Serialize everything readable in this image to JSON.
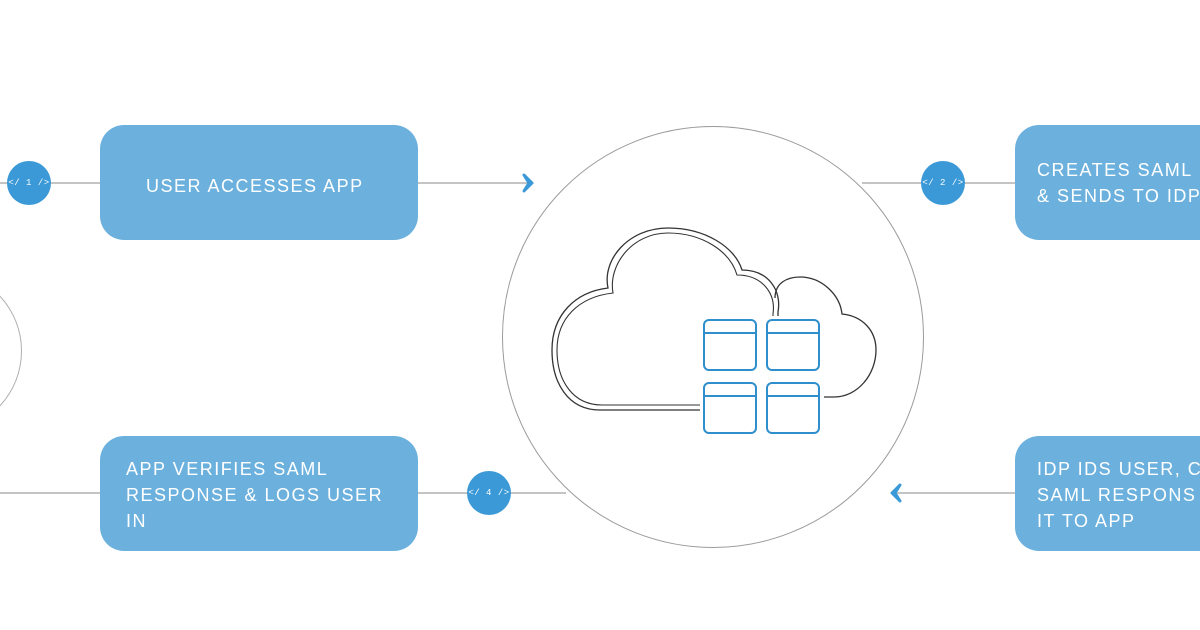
{
  "steps": [
    {
      "badge": "</ 1 />",
      "lines": [
        "USER ACCESSES APP"
      ]
    },
    {
      "badge": "</ 2 />",
      "lines": [
        "CREATES SAML",
        "& SENDS TO IDP"
      ]
    },
    {
      "badge": "",
      "lines": [
        "IDP IDS USER, C",
        "SAML RESPONS",
        "IT TO APP"
      ]
    },
    {
      "badge": "</ 4 />",
      "lines": [
        "APP VERIFIES SAML",
        "RESPONSE & LOGS USER",
        "IN"
      ]
    }
  ],
  "colors": {
    "box": "#6cb1de",
    "badge": "#3a99d6",
    "line": "#b0b0b0",
    "arrow": "#3a99d6",
    "window": "#2f8fcc"
  },
  "icons": {
    "center": "cloud-with-app-windows-icon",
    "arrow": "chevron-arrow-icon"
  }
}
